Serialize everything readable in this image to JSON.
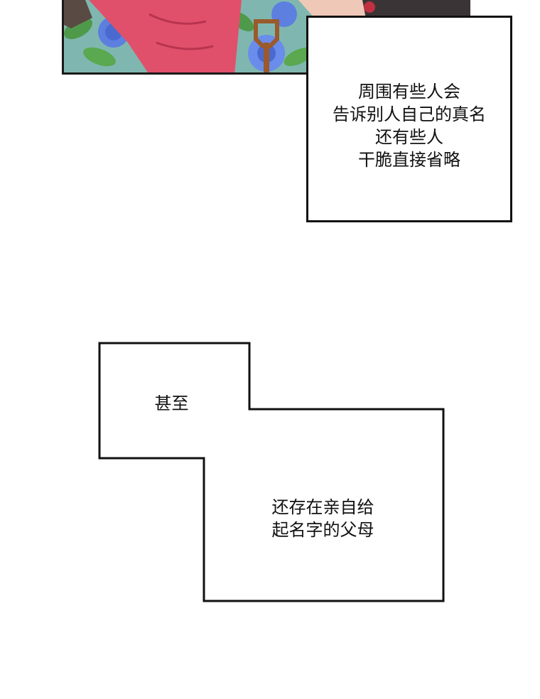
{
  "caption_box_1": {
    "lines": [
      "周围有些人会",
      "告诉别人自己的真名",
      "还有些人",
      "干脆直接省略"
    ]
  },
  "caption_box_2": {
    "upper_text": "甚至",
    "lower_lines": [
      "还存在亲自给",
      "起名字的父母"
    ]
  },
  "colors": {
    "ink": "#111111",
    "panel_teal": "#6fb0a8",
    "rose_blue": "#5c7fe0",
    "leaf_green": "#4f9a4a",
    "skin_pink": "#e0506a",
    "shovel_brown": "#9a5a2c"
  }
}
